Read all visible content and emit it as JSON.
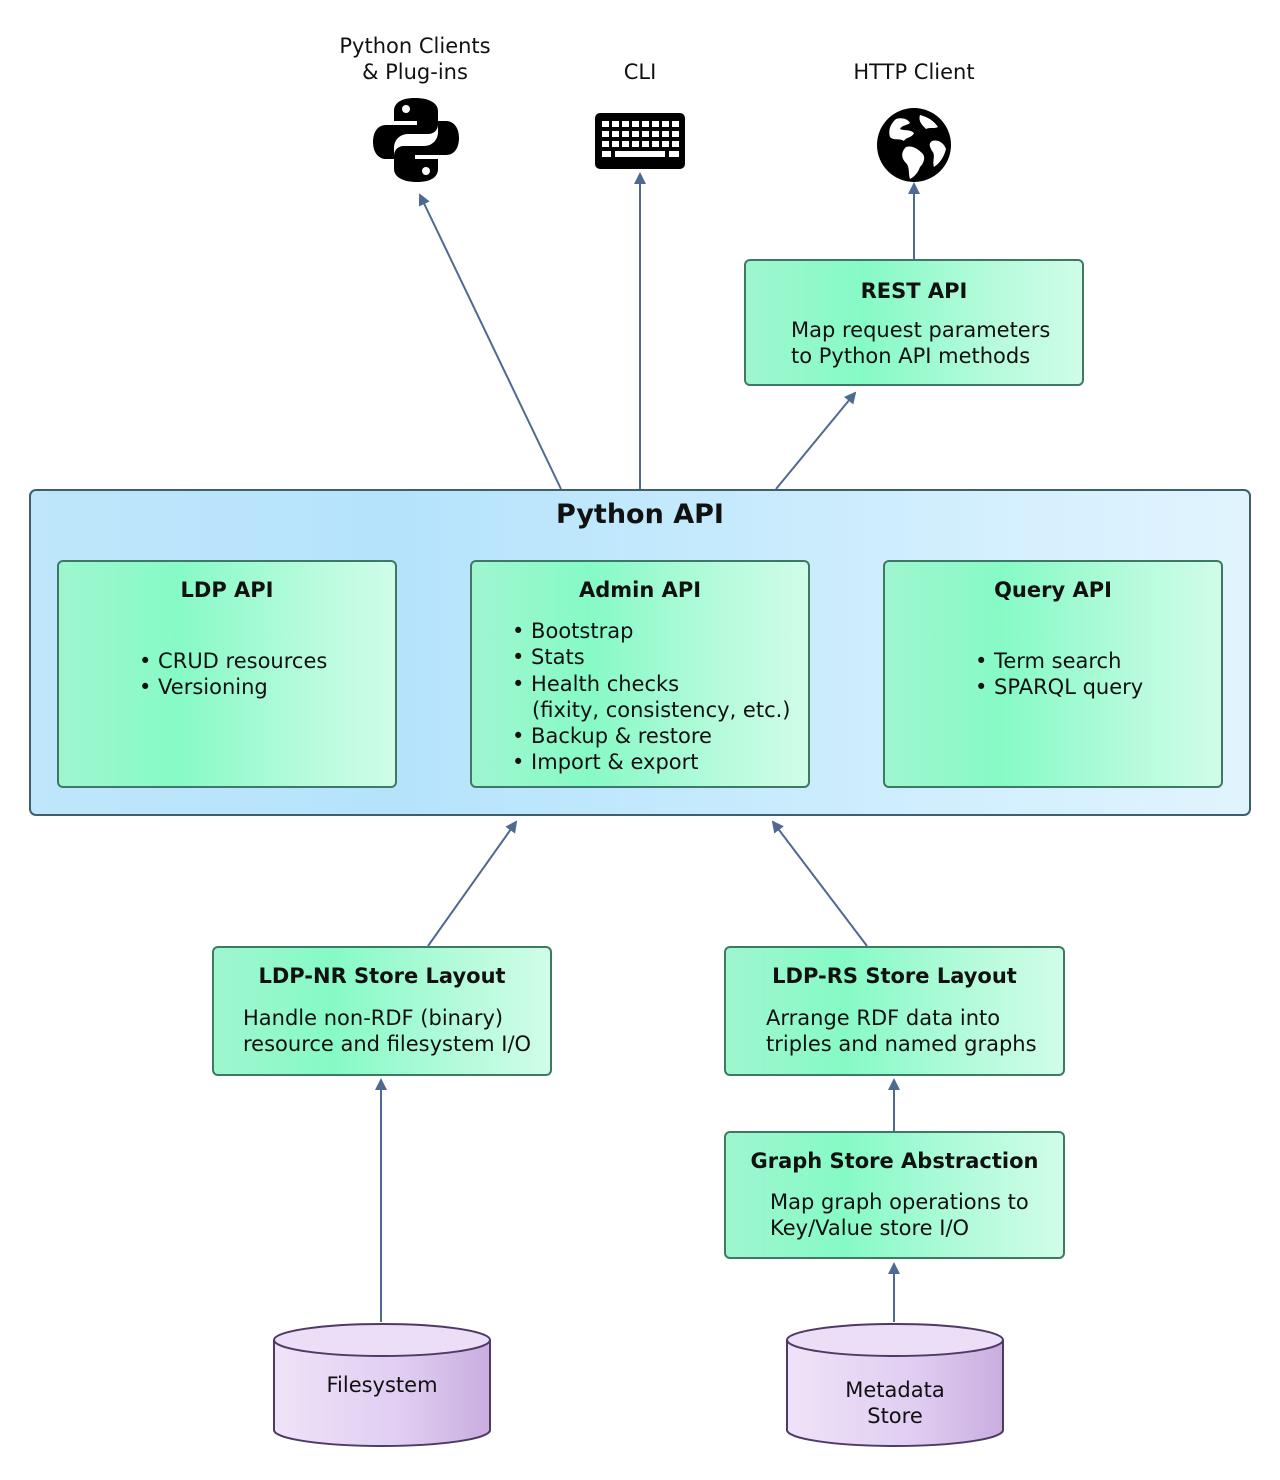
{
  "colors": {
    "arrow": "#4e6a92",
    "box_border": "#3e7a63",
    "panel_border": "#3f5f6e",
    "cylinder_fill": "#e3d2f2",
    "cylinder_border": "#4e3a64"
  },
  "clients": {
    "python": {
      "label": "Python Clients\n& Plug-ins",
      "icon": "python-logo-icon"
    },
    "cli": {
      "label": "CLI",
      "icon": "keyboard-icon"
    },
    "http": {
      "label": "HTTP Client",
      "icon": "globe-icon"
    }
  },
  "rest_api": {
    "title": "REST API",
    "description": "Map request parameters\nto Python API methods"
  },
  "python_api": {
    "title": "Python API",
    "ldp_api": {
      "title": "LDP API",
      "items": [
        "• CRUD resources",
        "• Versioning"
      ]
    },
    "admin_api": {
      "title": "Admin API",
      "items": [
        "• Bootstrap",
        "• Stats",
        "• Health checks",
        "   (fixity, consistency, etc.)",
        "• Backup & restore",
        "• Import & export"
      ]
    },
    "query_api": {
      "title": "Query API",
      "items": [
        "• Term search",
        "• SPARQL query"
      ]
    }
  },
  "ldp_nr_layout": {
    "title": "LDP-NR Store Layout",
    "description": "Handle non-RDF (binary)\nresource and filesystem I/O"
  },
  "ldp_rs_layout": {
    "title": "LDP-RS Store Layout",
    "description": "Arrange RDF data into\ntriples and named graphs"
  },
  "graph_store": {
    "title": "Graph Store Abstraction",
    "description": "Map graph operations to\nKey/Value store I/O"
  },
  "filesystem": {
    "label": "Filesystem"
  },
  "metadata_store": {
    "label": "Metadata\nStore"
  }
}
